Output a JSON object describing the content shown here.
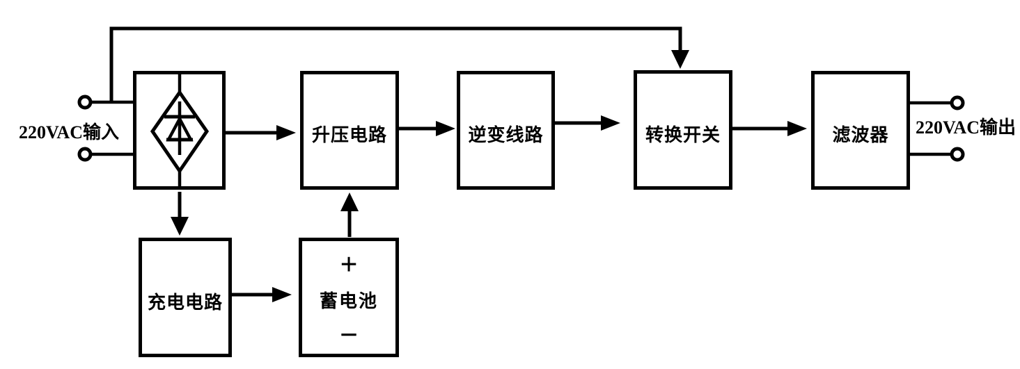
{
  "diagram": {
    "kind": "ups-power-supply-block-diagram",
    "colors": {
      "line": "#000000",
      "background": "#ffffff",
      "block_fill": "#ffffff"
    },
    "labels": {
      "input": "220VAC输入",
      "output": "220VAC输出"
    },
    "blocks": {
      "rectifier": {
        "label": "",
        "symbol": "diode-in-diamond"
      },
      "boost": {
        "label": "升压电路"
      },
      "inverter": {
        "label": "逆变线路"
      },
      "transfer_switch": {
        "label": "转换开关"
      },
      "filter": {
        "label": "滤波器"
      },
      "charger": {
        "label": "充电电路"
      },
      "battery": {
        "label": "蓄电池",
        "plus": "+",
        "minus": "−"
      }
    },
    "connections": [
      {
        "from": "ac-input",
        "to": "rectifier",
        "style": "wire"
      },
      {
        "from": "ac-input",
        "to": "transfer_switch",
        "style": "bypass-arrow"
      },
      {
        "from": "rectifier",
        "to": "boost",
        "style": "arrow"
      },
      {
        "from": "boost",
        "to": "inverter",
        "style": "arrow"
      },
      {
        "from": "inverter",
        "to": "transfer_switch",
        "style": "arrow"
      },
      {
        "from": "transfer_switch",
        "to": "filter",
        "style": "arrow"
      },
      {
        "from": "filter",
        "to": "ac-output",
        "style": "wire"
      },
      {
        "from": "rectifier",
        "to": "charger",
        "style": "arrow"
      },
      {
        "from": "charger",
        "to": "battery",
        "style": "arrow"
      },
      {
        "from": "battery",
        "to": "boost",
        "style": "arrow"
      }
    ]
  }
}
